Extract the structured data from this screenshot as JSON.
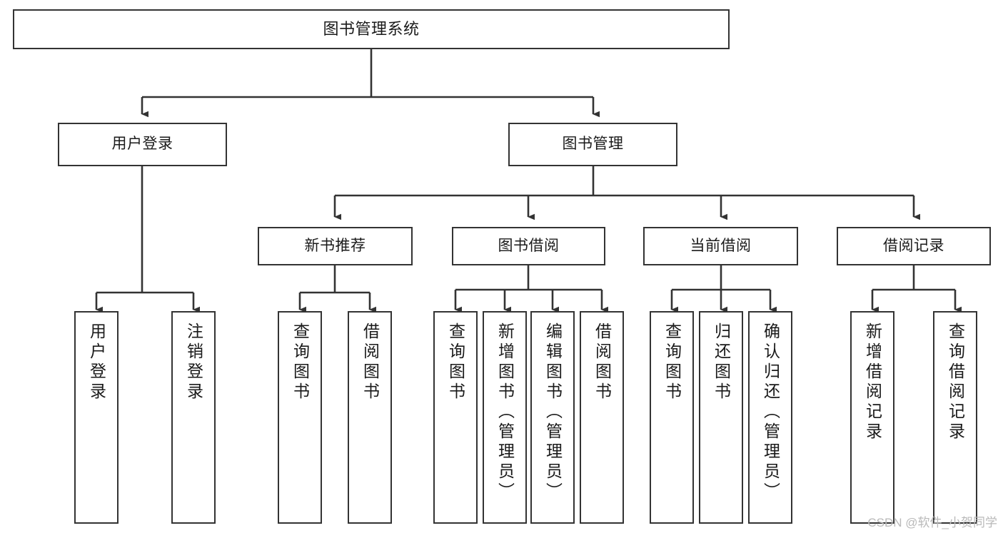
{
  "diagram": {
    "title": "图书管理系统",
    "type": "tree-hierarchy",
    "watermark": "CSDN @软件_小贺同学",
    "colors": {
      "background": "#ffffff",
      "box_border": "#333333",
      "box_fill": "#ffffff",
      "edge": "#333333",
      "text": "#1a1a1a",
      "watermark": "#b9b9b9"
    },
    "levels": [
      {
        "level": 0,
        "nodes": [
          {
            "id": "root",
            "label": "图书管理系统",
            "orientation": "horizontal"
          }
        ]
      },
      {
        "level": 1,
        "nodes": [
          {
            "id": "l1-0",
            "label": "用户登录",
            "orientation": "horizontal"
          },
          {
            "id": "l1-1",
            "label": "图书管理",
            "orientation": "horizontal"
          }
        ]
      },
      {
        "level": 2,
        "nodes": [
          {
            "id": "l2-0",
            "label": "新书推荐",
            "orientation": "horizontal"
          },
          {
            "id": "l2-1",
            "label": "图书借阅",
            "orientation": "horizontal"
          },
          {
            "id": "l2-2",
            "label": "当前借阅",
            "orientation": "horizontal"
          },
          {
            "id": "l2-3",
            "label": "借阅记录",
            "orientation": "horizontal"
          }
        ]
      },
      {
        "level": 3,
        "nodes": [
          {
            "id": "l3-0",
            "label": "用户登录",
            "orientation": "vertical",
            "parent": "l1-0"
          },
          {
            "id": "l3-1",
            "label": "注销登录",
            "orientation": "vertical",
            "parent": "l1-0"
          },
          {
            "id": "l3-2",
            "label": "查询图书",
            "orientation": "vertical",
            "parent": "l2-0"
          },
          {
            "id": "l3-3",
            "label": "借阅图书",
            "orientation": "vertical",
            "parent": "l2-0"
          },
          {
            "id": "l3-4",
            "label": "查询图书",
            "orientation": "vertical",
            "parent": "l2-1"
          },
          {
            "id": "l3-5",
            "label": "新增图书（管理员）",
            "orientation": "vertical",
            "parent": "l2-1"
          },
          {
            "id": "l3-6",
            "label": "编辑图书（管理员）",
            "orientation": "vertical",
            "parent": "l2-1"
          },
          {
            "id": "l3-7",
            "label": "借阅图书",
            "orientation": "vertical",
            "parent": "l2-1"
          },
          {
            "id": "l3-8",
            "label": "查询图书",
            "orientation": "vertical",
            "parent": "l2-2"
          },
          {
            "id": "l3-9",
            "label": "归还图书",
            "orientation": "vertical",
            "parent": "l2-2"
          },
          {
            "id": "l3-10",
            "label": "确认归还（管理员）",
            "orientation": "vertical",
            "parent": "l2-2"
          },
          {
            "id": "l3-11",
            "label": "新增借阅记录",
            "orientation": "vertical",
            "parent": "l2-3"
          },
          {
            "id": "l3-12",
            "label": "查询借阅记录",
            "orientation": "vertical",
            "parent": "l2-3"
          }
        ]
      }
    ]
  }
}
